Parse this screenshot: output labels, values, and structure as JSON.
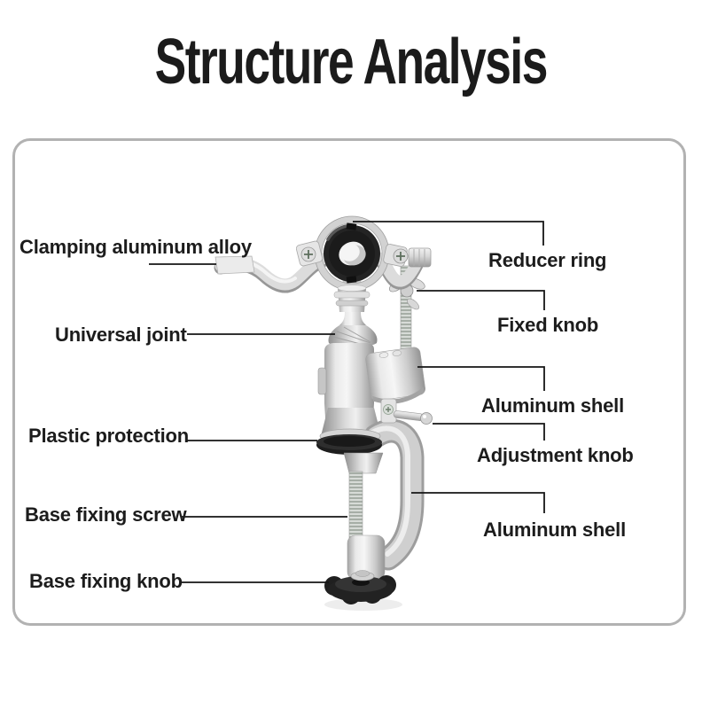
{
  "title": {
    "text": "Structure Analysis",
    "color": "#1b1b1b"
  },
  "diagram": {
    "kind": "annotated product structure diagram",
    "product": "clamp-on universal rotary-tool holder bracket",
    "labels_left": [
      {
        "text": "Clamping aluminum alloy"
      },
      {
        "text": "Universal joint"
      },
      {
        "text": "Plastic protection"
      },
      {
        "text": "Base fixing screw"
      },
      {
        "text": "Base fixing knob"
      }
    ],
    "labels_right": [
      {
        "text": "Reducer ring"
      },
      {
        "text": "Fixed knob"
      },
      {
        "text": "Aluminum shell"
      },
      {
        "text": "Adjustment knob"
      },
      {
        "text": "Aluminum shell"
      }
    ]
  },
  "colors": {
    "background": "#ffffff",
    "title_text": "#1b1b1b",
    "label_text": "#1c1c1c",
    "leader_line": "#151515",
    "card_border": "#b2b2b2",
    "metal_light": "#f4f4f4",
    "metal_mid": "#cccccc",
    "metal_dark": "#969696",
    "rubber_black": "#1e1e1e"
  }
}
